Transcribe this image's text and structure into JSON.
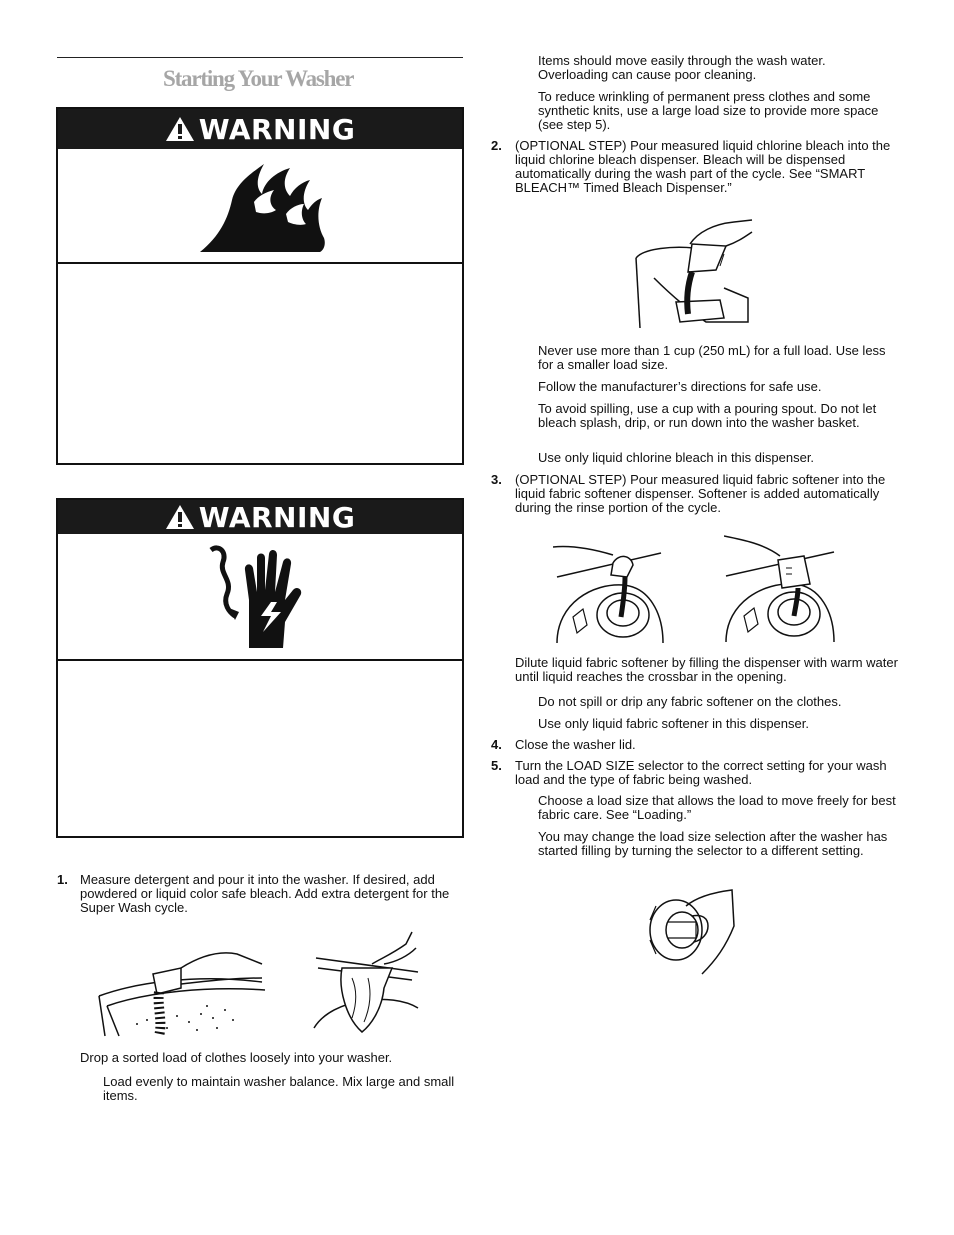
{
  "title": "Starting Your Washer",
  "warning_label": "WARNING",
  "icons": {
    "fire": "fire-hazard-icon",
    "shock": "electrical-shock-hand-icon",
    "alert": "alert-triangle-icon"
  },
  "steps": [
    {
      "num": "1.",
      "text": "Measure detergent and pour it into the washer. If desired, add powdered or liquid color safe bleach. Add extra detergent for the Super Wash cycle."
    },
    {
      "num": "2.",
      "text": "(OPTIONAL STEP) Pour measured liquid chlorine bleach into the liquid chlorine bleach dispenser. Bleach will be dispensed automatically during the wash part of the cycle. See “SMART BLEACH™ Timed Bleach Dispenser.”"
    },
    {
      "num": "3.",
      "text": "(OPTIONAL STEP) Pour measured liquid fabric softener into the liquid fabric softener dispenser. Softener is added automatically during the rinse portion of the cycle."
    },
    {
      "num": "4.",
      "text": "Close the washer lid."
    },
    {
      "num": "5.",
      "text": "Turn the LOAD SIZE selector to the correct setting for your wash load and the type of fabric being washed."
    }
  ],
  "left_notes": {
    "drop": "Drop a sorted load of clothes loosely into your washer.",
    "load_evenly": "Load evenly to maintain washer balance. Mix large and small items."
  },
  "right_notes": {
    "move_easily": "Items should move easily through the wash water. Overloading can cause poor cleaning.",
    "reduce_wrinkling": "To reduce wrinkling of permanent press clothes and some synthetic knits, use a large load size to provide more space (see step 5).",
    "never_more": "Never use more than 1 cup (250 mL) for a full load. Use less for a smaller load size.",
    "follow_directions": "Follow the manufacturer’s directions for safe use.",
    "avoid_spilling": "To avoid spilling, use a cup with a pouring spout. Do not let bleach splash, drip, or run down into the washer basket.",
    "only_chlorine": "Use only liquid chlorine bleach in this dispenser.",
    "dilute": "Dilute liquid fabric softener by filling the dispenser with warm water until liquid reaches the crossbar in the opening.",
    "do_not_spill": "Do not spill or drip any fabric softener on the clothes.",
    "only_softener": "Use only liquid fabric softener in this dispenser.",
    "choose_load": "Choose a load size that allows the load to move freely for best fabric care. See “Loading.”",
    "may_change": "You may change the load size selection after the washer has started filling by turning the selector to a different setting."
  }
}
